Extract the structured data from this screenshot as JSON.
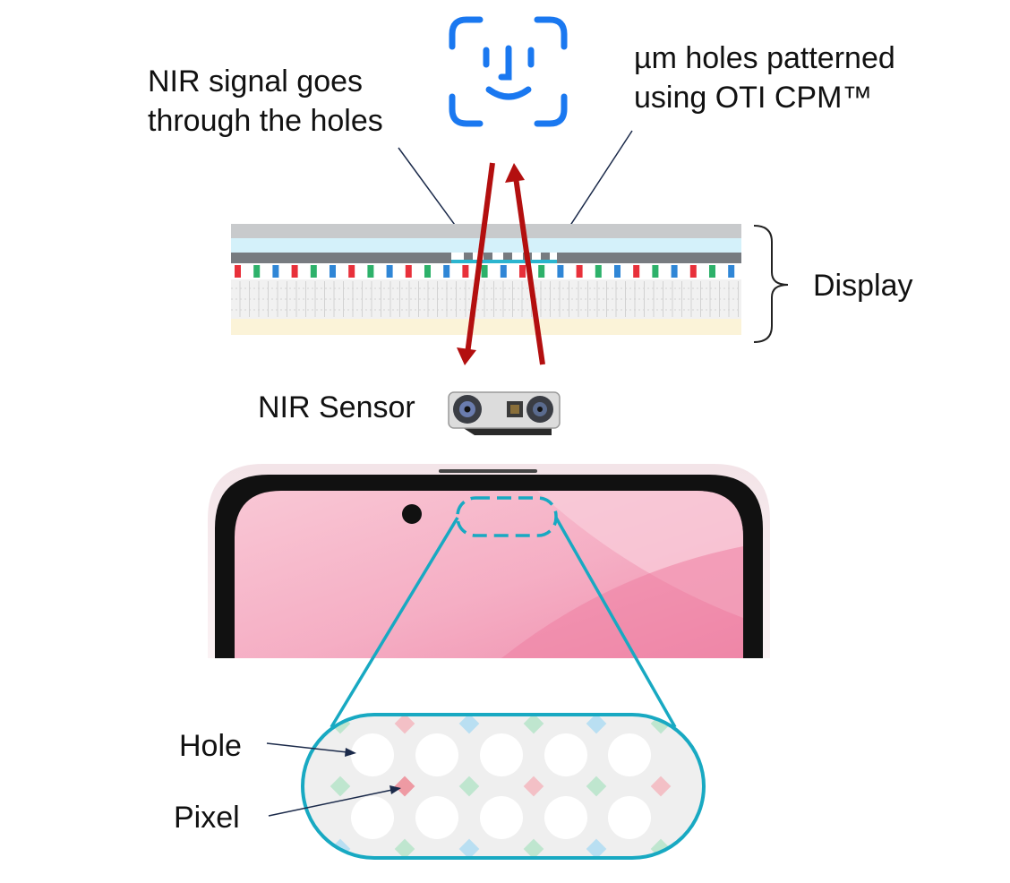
{
  "labels": {
    "nir_signal_line1": "NIR signal goes",
    "nir_signal_line2": "through the holes",
    "um_holes_line1": "µm holes patterned",
    "um_holes_line2": "using OTI CPM™",
    "display": "Display",
    "nir_sensor": "NIR Sensor",
    "hole": "Hole",
    "pixel": "Pixel"
  },
  "icons": {
    "face_id": "face-id-icon",
    "camera_module": "nir-camera-module-icon"
  },
  "colors": {
    "face_id_blue": "#1a78f0",
    "signal_arrow": "#b30f0f",
    "callout_teal": "#18a9c2",
    "phone_screen_pink": "#f6b6c8",
    "subpixel_red": "#e8303a",
    "subpixel_green": "#2db16a",
    "subpixel_blue": "#2f86d6"
  }
}
